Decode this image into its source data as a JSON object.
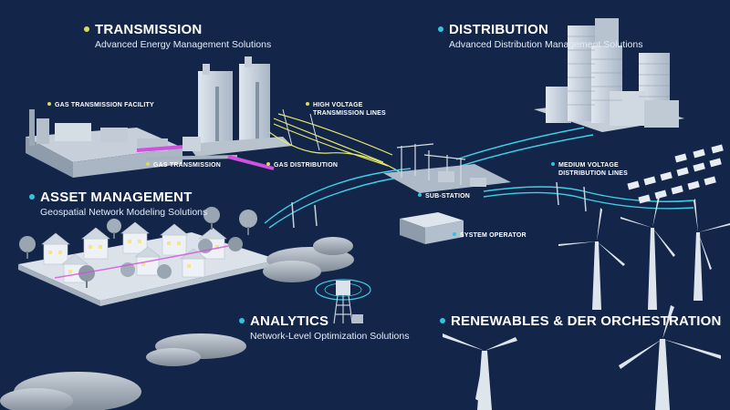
{
  "colors": {
    "background": "#13264a",
    "transmission_dot": "#d8dc5a",
    "section_dot": "#33c3df",
    "gas_line": "#d34fe0",
    "hv_line": "#e6e86a",
    "distribution_line": "#3fd0e8",
    "window_glow": "#f6e58a"
  },
  "sections": {
    "transmission": {
      "title": "TRANSMISSION",
      "subtitle": "Advanced Energy Management Solutions"
    },
    "distribution": {
      "title": "DISTRIBUTION",
      "subtitle": "Advanced Distribution Management Solutions"
    },
    "asset_management": {
      "title": "ASSET MANAGEMENT",
      "subtitle": "Geospatial Network Modeling Solutions"
    },
    "analytics": {
      "title": "ANALYTICS",
      "subtitle": "Network-Level Optimization Solutions"
    },
    "renewables": {
      "title": "RENEWABLES & DER ORCHESTRATION"
    }
  },
  "callouts": {
    "gas_transmission_facility": "GAS TRANSMISSION FACILITY",
    "high_voltage_line1": "HIGH VOLTAGE",
    "high_voltage_line2": "TRANSMISSION LINES",
    "gas_transmission": "GAS TRANSMISSION",
    "gas_distribution": "GAS DISTRIBUTION",
    "sub_station": "SUB-STATION",
    "medium_voltage_line1": "MEDIUM VOLTAGE",
    "medium_voltage_line2": "DISTRIBUTION LINES",
    "system_operator": "SYSTEM OPERATOR"
  },
  "icons": [
    "power-plant-icon",
    "office-buildings-icon",
    "substation-icon",
    "house-icon",
    "tree-icon",
    "water-tower-icon",
    "wind-turbine-icon",
    "solar-panel-icon",
    "cloud-icon"
  ]
}
